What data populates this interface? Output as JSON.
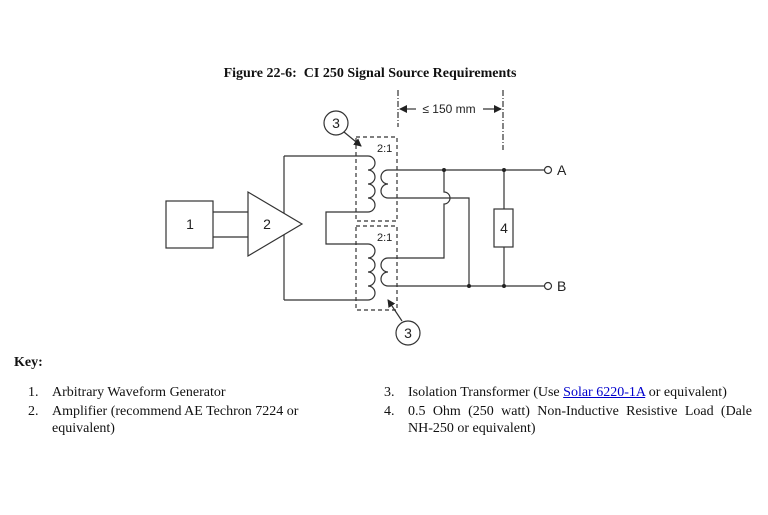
{
  "figure": {
    "title": "Figure 22-6:  CI 250 Signal Source Requirements"
  },
  "diagram": {
    "dimension": {
      "label": "≤ 150 mm"
    },
    "generator": {
      "label": "1"
    },
    "amplifier": {
      "label": "2"
    },
    "transformer_top": {
      "callout": "3",
      "ratio": "2:1"
    },
    "transformer_bottom": {
      "callout": "3",
      "ratio": "2:1"
    },
    "load": {
      "label": "4"
    },
    "terminals": {
      "a": "A",
      "b": "B"
    },
    "colors": {
      "line": "#333333"
    }
  },
  "key": {
    "heading": "Key:",
    "items": [
      {
        "number": "1.",
        "text": "Arbitrary Waveform Generator"
      },
      {
        "number": "2.",
        "text": "Amplifier (recommend AE Techron 7224 or equivalent)"
      },
      {
        "number": "3.",
        "text_before": "Isolation Transformer (Use ",
        "link": "Solar 6220-1A",
        "text_after": " or equivalent)"
      },
      {
        "number": "4.",
        "text": "0.5 Ohm (250 watt) Non-Inductive Resistive Load (Dale NH-250 or equivalent)"
      }
    ],
    "link_color": "#0000CC"
  }
}
